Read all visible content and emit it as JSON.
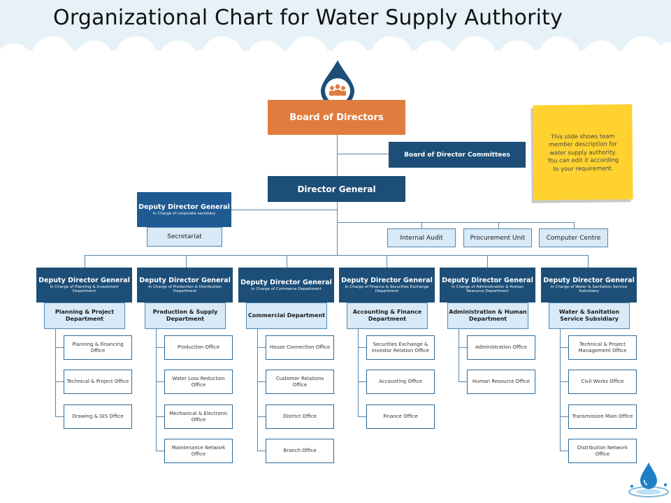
{
  "title": "Organizational Chart for Water Supply Authority",
  "colors": {
    "dark_blue": "#1c4e77",
    "mid_blue": "#1f5a93",
    "orange": "#e07c3e",
    "light_blue": "#d8eaf7",
    "sticky_yellow": "#ffd230"
  },
  "icons": {
    "top": "water-drop-team-icon",
    "corner": "water-splash-icon"
  },
  "board": "Board of Directors",
  "committees": "Board of Director Committees",
  "director_general": "Director General",
  "deputy_corporate": {
    "title": "Deputy Director General",
    "subtitle": "In Charge of corporate secretary"
  },
  "secretariat": "Secretariat",
  "units": [
    "Internal Audit",
    "Procurement Unit",
    "Computer Centre"
  ],
  "note": "This slide shows team member description for water supply authority. You can edit it according to your requirement.",
  "departments": [
    {
      "deputy": "Deputy Director General",
      "subtitle": "In Charge of Planning & Investment Department",
      "dept": "Planning & Project Department",
      "offices": [
        "Planning & Financing Office",
        "Technical & Project Office",
        "Drawing & GIS Office"
      ]
    },
    {
      "deputy": "Deputy Director General",
      "subtitle": "In Charge of Production & Distribution Department",
      "dept": "Production & Supply Department",
      "offices": [
        "Production Office",
        "Water Loss Reduction Office",
        "Mechanical & Electronic Office",
        "Maintenance Network Office"
      ]
    },
    {
      "deputy": "Deputy Director General",
      "subtitle": "In Charge of Commerce Department",
      "dept": "Commercial Department",
      "offices": [
        "House Connection Office",
        "Customer Relations Office",
        "District Office",
        "Branch Office"
      ]
    },
    {
      "deputy": "Deputy Director General",
      "subtitle": "In Charge of Finance & Securities Exchange Department",
      "dept": "Accounting & Finance Department",
      "offices": [
        "Securities Exchange & Investor Relation Office",
        "Accounting Office",
        "Finance Office"
      ]
    },
    {
      "deputy": "Deputy Director General",
      "subtitle": "In Charge of Administration & Human Resource Department",
      "dept": "Administration & Human Department",
      "offices": [
        "Administration Office",
        "Human Resource Office"
      ]
    },
    {
      "deputy": "Deputy Director General",
      "subtitle": "In Charge of Water & Sanitation Service Subsidiary",
      "dept": "Water & Sanitation Service Subsidiary",
      "offices": [
        "Technical & Project Management Office",
        "Civil Works Office",
        "Transmission Main Office",
        "Distribution Network Office"
      ]
    }
  ]
}
